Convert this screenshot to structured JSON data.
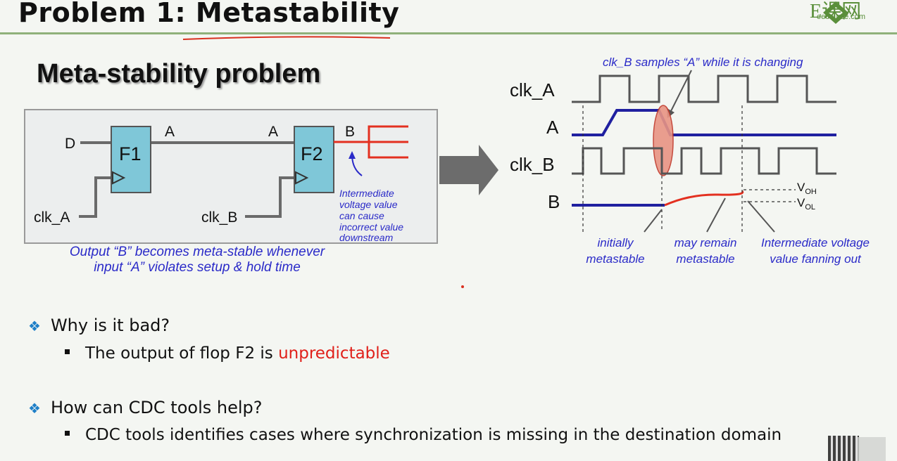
{
  "slide": {
    "title": "Problem 1: Metastability",
    "subtitle": "Meta-stability problem",
    "logo": {
      "name": "E课网",
      "url_text": "eecourse.com"
    }
  },
  "circuit": {
    "signals": {
      "d": "D",
      "a1": "A",
      "a2": "A",
      "b": "B",
      "clk_a": "clk_A",
      "clk_b": "clk_B"
    },
    "flops": {
      "f1": "F1",
      "f2": "F2"
    },
    "annotation": [
      "Intermediate",
      "voltage value",
      "can cause",
      "incorrect value",
      "downstream"
    ],
    "caption": [
      "Output “B” becomes meta-stable whenever",
      "input “A” violates setup & hold time"
    ]
  },
  "waveform": {
    "top_note": "clk_B samples “A” while it is changing",
    "rows": {
      "clk_a": "clk_A",
      "a": "A",
      "clk_b": "clk_B",
      "b": "B"
    },
    "levels": {
      "voh": "V",
      "voh_sub": "OH",
      "vol": "V",
      "vol_sub": "OL"
    },
    "notes": {
      "n1": [
        "initially",
        "metastable"
      ],
      "n2": [
        "may remain",
        "metastable"
      ],
      "n3": [
        "Intermediate voltage",
        "value fanning out"
      ]
    }
  },
  "bullets": [
    {
      "text": "Why is it bad?",
      "sub": {
        "prefix": "The output of flop F2 is ",
        "highlight": "unpredictable"
      }
    },
    {
      "text": "How can CDC tools help?",
      "sub": {
        "prefix": "CDC tools identifies cases where synchronization is missing in the destination domain"
      }
    }
  ],
  "colors": {
    "accent": "#1e7fc8",
    "highlight": "#e0201a",
    "caption": "#2a2ac8",
    "signal_blue": "#2020a0",
    "signal_red": "#e33020"
  }
}
